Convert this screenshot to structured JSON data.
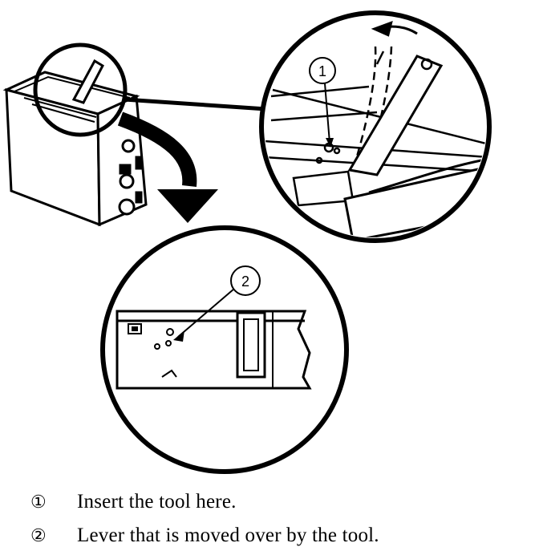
{
  "callouts": [
    {
      "number": "1",
      "marker": "①",
      "text": "Insert the tool here."
    },
    {
      "number": "2",
      "marker": "②",
      "text": "Lever that is moved over by the tool."
    }
  ]
}
